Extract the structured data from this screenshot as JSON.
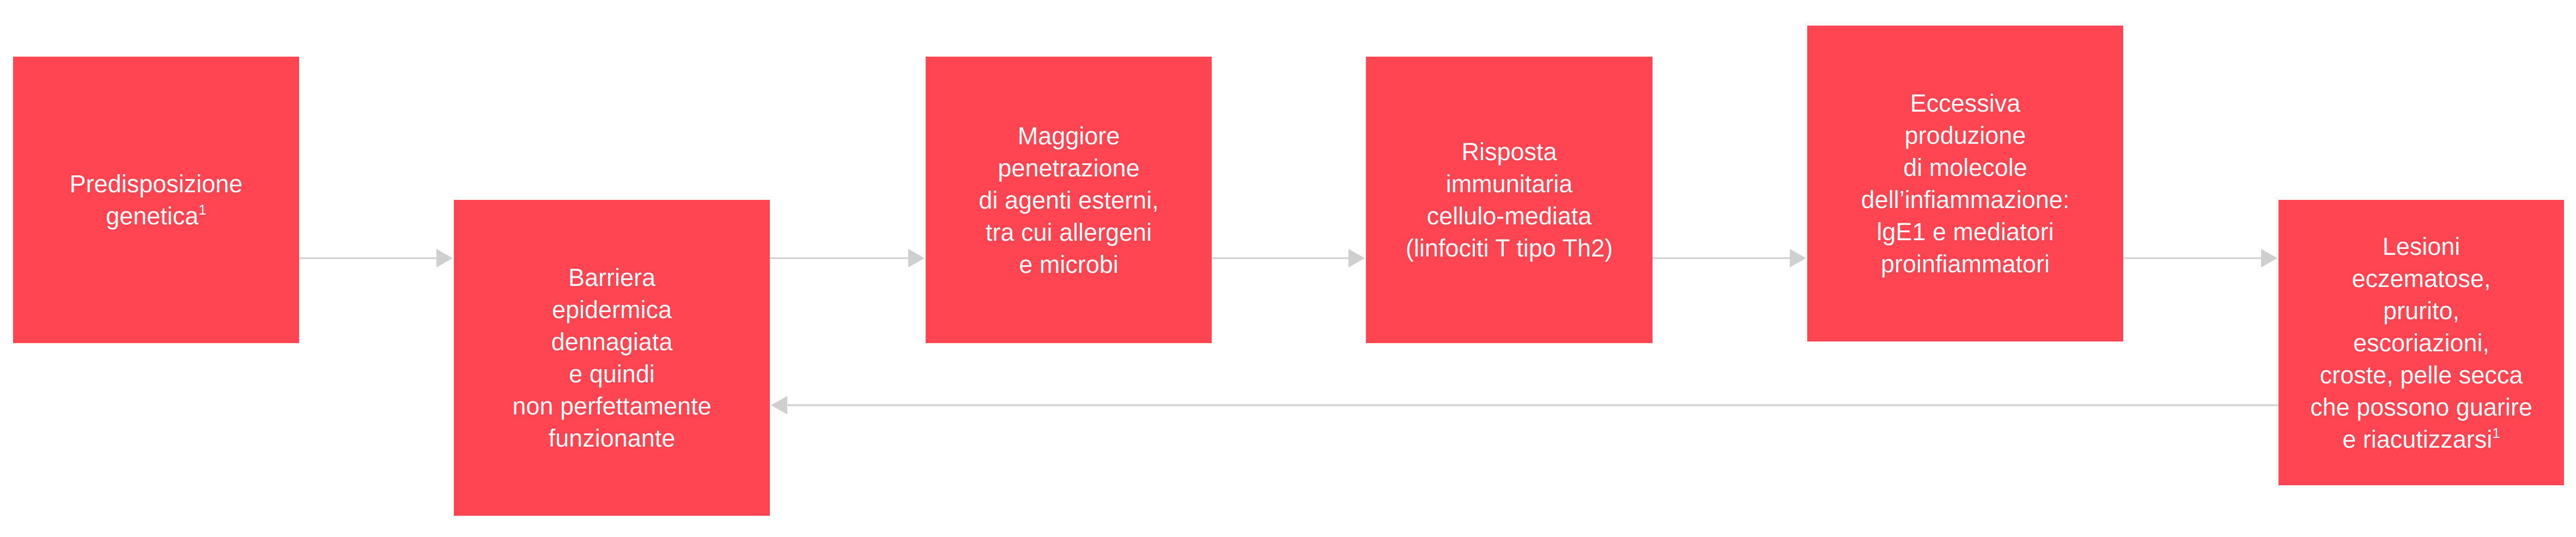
{
  "diagram": {
    "colors": {
      "box_fill": "#ff4551",
      "box_text": "#ffffff",
      "connector": "#cfcfcf"
    },
    "nodes": [
      {
        "id": "n1",
        "lines": [
          "Predisposizione",
          "genetica"
        ],
        "footnote": "1"
      },
      {
        "id": "n2",
        "lines": [
          "Barriera",
          "epidermica",
          "dennagiata",
          "e quindi",
          "non perfettamente",
          "funzionante"
        ],
        "footnote": ""
      },
      {
        "id": "n3",
        "lines": [
          "Maggiore",
          "penetrazione",
          "di agenti esterni,",
          "tra cui allergeni",
          "e microbi"
        ],
        "footnote": ""
      },
      {
        "id": "n4",
        "lines": [
          "Risposta",
          "immunitaria",
          "cellulo-mediata",
          "(linfociti T tipo Th2)"
        ],
        "footnote": ""
      },
      {
        "id": "n5",
        "lines": [
          "Eccessiva",
          "produzione",
          "di molecole",
          "dell’infiammazione:",
          "lgE1 e mediatori",
          "proinfiammatori"
        ],
        "footnote": ""
      },
      {
        "id": "n6",
        "lines": [
          "Lesioni",
          "eczematose,",
          "prurito,",
          "escoriazioni,",
          "croste, pelle secca",
          "che possono guarire",
          "e riacutizzarsi"
        ],
        "footnote": "1"
      }
    ],
    "edges": [
      {
        "from": "n1",
        "to": "n2"
      },
      {
        "from": "n2",
        "to": "n3"
      },
      {
        "from": "n3",
        "to": "n4"
      },
      {
        "from": "n4",
        "to": "n5"
      },
      {
        "from": "n5",
        "to": "n6"
      },
      {
        "from": "n6",
        "to": "n2",
        "kind": "feedback"
      }
    ]
  }
}
